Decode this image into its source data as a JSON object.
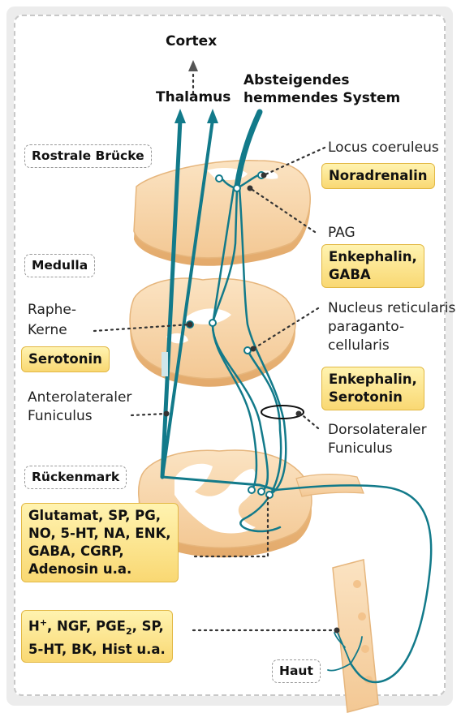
{
  "labels": {
    "cortex": "Cortex",
    "thalamus": "Thalamus",
    "absteigendes": "Absteigendes",
    "hemmendes": "hemmendes System",
    "locus": "Locus coeruleus",
    "pag": "PAG",
    "raphe1": "Raphe-",
    "raphe2": "Kerne",
    "nucleus1": "Nucleus reticularis",
    "nucleus2": "paraganto-",
    "nucleus3": "cellularis",
    "antero1": "Anterolateraler",
    "antero2": "Funiculus",
    "dorso1": "Dorsolateraler",
    "dorso2": "Funiculus"
  },
  "regions": {
    "rostrale_bruecke": "Rostrale Brücke",
    "medulla": "Medulla",
    "rueckenmark": "Rückenmark",
    "haut": "Haut"
  },
  "transmitters": {
    "noradrenalin": "Noradrenalin",
    "enk_gaba_1": "Enkephalin,",
    "enk_gaba_2": "GABA",
    "serotonin": "Serotonin",
    "enk_sero_1": "Enkephalin,",
    "enk_sero_2": "Serotonin",
    "spinal_1": "Glutamat, SP, PG,",
    "spinal_2": "NO, 5-HT, NA, ENK,",
    "spinal_3": "GABA, CGRP,",
    "spinal_4": "Adenosin u.a.",
    "skin_h": "H",
    "skin_h_sup": "+",
    "skin_1_rest": ", NGF, PGE",
    "skin_1_sub": "2",
    "skin_1_end": ", SP,",
    "skin_2": "5-HT, BK, Hist u.a."
  },
  "colors": {
    "pathway": "#127a8a",
    "tissue": "#f7d7ab",
    "tissue_edge": "#e6b67d",
    "box_yellow": "#fbe38c"
  }
}
